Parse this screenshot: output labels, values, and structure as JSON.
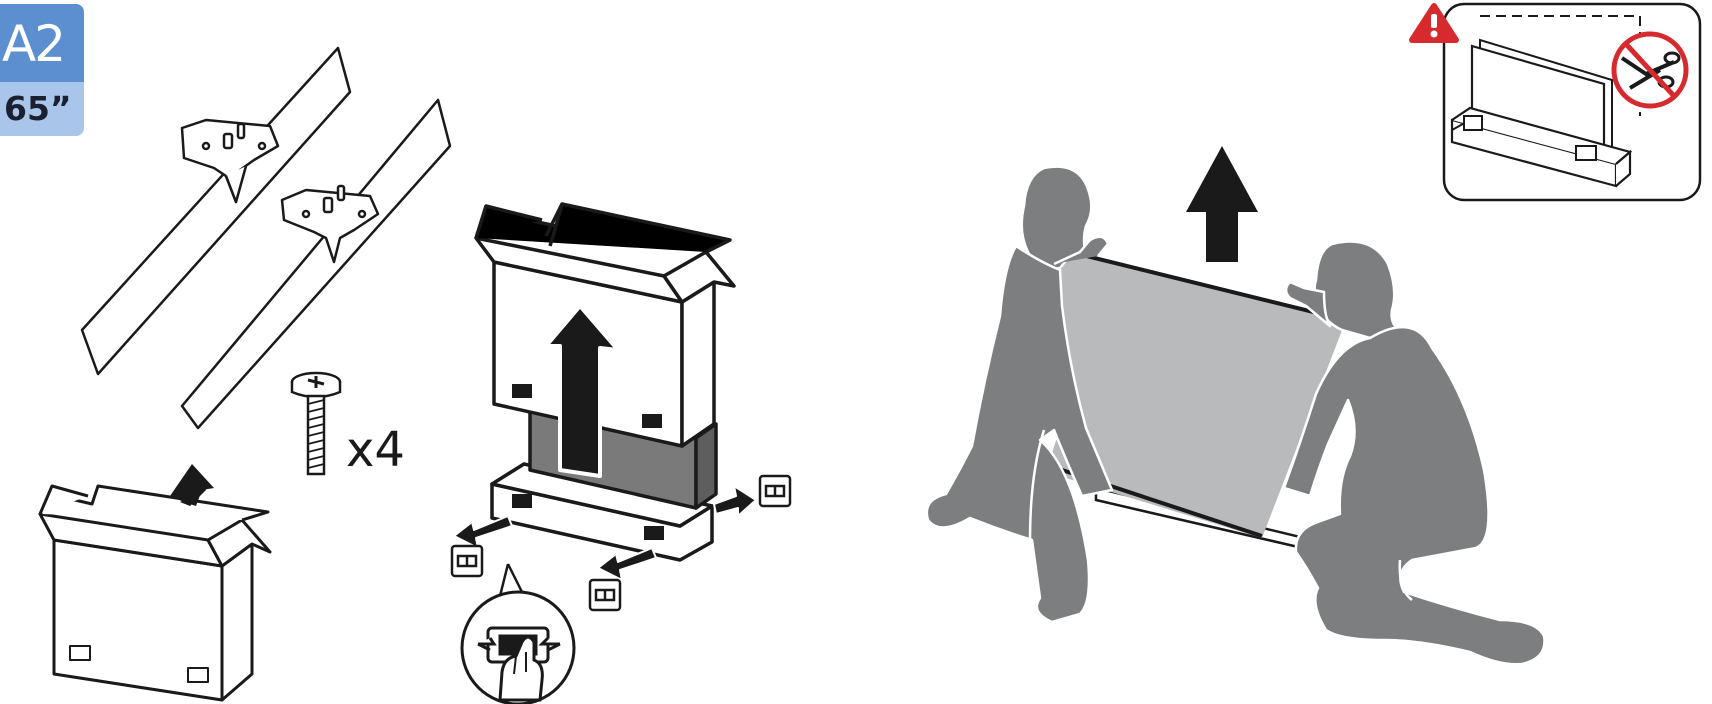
{
  "badge": {
    "step": "A2",
    "size": "65”"
  },
  "screw": {
    "quantity": "x4"
  },
  "colors": {
    "badge_top": "#5b8fd0",
    "badge_bottom": "#a9c6ea",
    "person": "#7d7e80",
    "tv_panel": "#b9babc",
    "box_inner": "#777777",
    "warning_red": "#d62a2f",
    "ink": "#1a1a1a"
  },
  "icons": [
    "warning-icon",
    "no-knife-icon",
    "lift-up-arrow-icon",
    "handle-icon"
  ]
}
